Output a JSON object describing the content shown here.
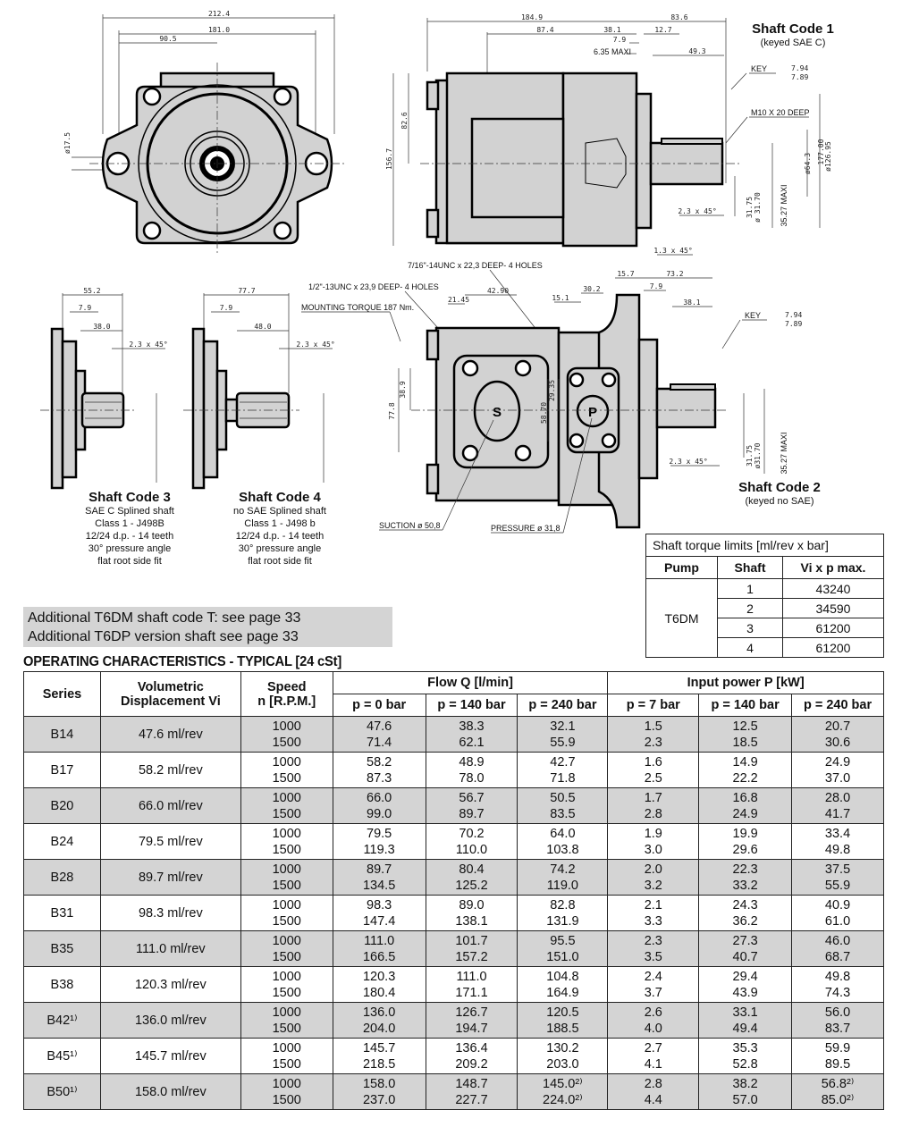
{
  "drawings": {
    "front_view": {
      "dims": [
        "212.4",
        "181.0",
        "90.5",
        "ø17.5"
      ]
    },
    "side_view_shaft1": {
      "dims": [
        "184.9",
        "87.4",
        "38.1",
        "7.9",
        "6.35 MAXI",
        "83.6",
        "12.7",
        "49.3",
        "82.6",
        "156.7",
        "ø64.3",
        "177.00",
        "ø126.95",
        "31.75",
        "ø 31.70",
        "35.27 MAXI",
        "2.3 x 45°",
        "1.3 x 45°"
      ],
      "key_label": "KEY",
      "key_tol": [
        "7.94",
        "7.89"
      ],
      "thread_label": "M10 X 20 DEEP",
      "title": "Shaft Code 1",
      "subtitle": "(keyed SAE C)"
    },
    "shaft_code_3": {
      "dims": [
        "55.2",
        "7.9",
        "38.0",
        "2.3 x 45°"
      ],
      "title": "Shaft Code 3",
      "lines": [
        "SAE C Splined shaft",
        "Class 1 - J498B",
        "12/24 d.p. - 14 teeth",
        "30° pressure angle",
        "flat root side fit"
      ]
    },
    "shaft_code_4": {
      "dims": [
        "77.7",
        "7.9",
        "48.0",
        "2.3 x 45°"
      ],
      "title": "Shaft Code 4",
      "lines": [
        "no SAE Splined shaft",
        "Class 1 - J498 b",
        "12/24 d.p. - 14 teeth",
        "30° pressure angle",
        "flat root side fit"
      ]
    },
    "port_view_shaft2": {
      "notes": [
        "7/16\"-14UNC x 22,3 DEEP- 4 HOLES",
        "1/2\"-13UNC x 23,9 DEEP- 4 HOLES",
        "MOUNTING TORQUE 187 Nm.",
        "SUCTION ø 50,8",
        "PRESSURE ø 31,8"
      ],
      "dims": [
        "21.45",
        "42.90",
        "15.1",
        "30.2",
        "15.7",
        "73.2",
        "7.9",
        "38.1",
        "38.9",
        "77.8",
        "58.70",
        "29.35",
        "2.3 x 45°",
        "31.75",
        "ø31.70",
        "35.27 MAXI"
      ],
      "port_s": "S",
      "port_p": "P",
      "key_label": "KEY",
      "key_tol": [
        "7.94",
        "7.89"
      ],
      "title": "Shaft Code 2",
      "subtitle": "(keyed no SAE)"
    }
  },
  "reference_note": [
    "Additional T6DM shaft code T: see page 33",
    "Additional T6DP version shaft see page 33"
  ],
  "torque_table": {
    "title": "Shaft torque limits [ml/rev x bar]",
    "headers": [
      "Pump",
      "Shaft",
      "Vi x p max."
    ],
    "pump": "T6DM",
    "rows": [
      {
        "shaft": "1",
        "value": "43240"
      },
      {
        "shaft": "2",
        "value": "34590"
      },
      {
        "shaft": "3",
        "value": "61200"
      },
      {
        "shaft": "4",
        "value": "61200"
      }
    ]
  },
  "operating": {
    "title": "OPERATING CHARACTERISTICS - TYPICAL [24 cSt]",
    "headers": {
      "series": "Series",
      "displacement": [
        "Volumetric",
        "Displacement Vi"
      ],
      "speed": [
        "Speed",
        "n [R.P.M.]"
      ],
      "flow_group": "Flow Q [l/min]",
      "power_group": "Input power P [kW]",
      "flow_cols": [
        "p = 0 bar",
        "p = 140 bar",
        "p = 240 bar"
      ],
      "power_cols": [
        "p = 7 bar",
        "p = 140 bar",
        "p = 240 bar"
      ]
    },
    "shade_color": "#d4d4d4",
    "rows": [
      {
        "series": "B14",
        "disp": "47.6 ml/rev",
        "shaded": true,
        "speed": [
          "1000",
          "1500"
        ],
        "flow": [
          [
            "47.6",
            "71.4"
          ],
          [
            "38.3",
            "62.1"
          ],
          [
            "32.1",
            "55.9"
          ]
        ],
        "power": [
          [
            "1.5",
            "2.3"
          ],
          [
            "12.5",
            "18.5"
          ],
          [
            "20.7",
            "30.6"
          ]
        ]
      },
      {
        "series": "B17",
        "disp": "58.2 ml/rev",
        "shaded": false,
        "speed": [
          "1000",
          "1500"
        ],
        "flow": [
          [
            "58.2",
            "87.3"
          ],
          [
            "48.9",
            "78.0"
          ],
          [
            "42.7",
            "71.8"
          ]
        ],
        "power": [
          [
            "1.6",
            "2.5"
          ],
          [
            "14.9",
            "22.2"
          ],
          [
            "24.9",
            "37.0"
          ]
        ]
      },
      {
        "series": "B20",
        "disp": "66.0 ml/rev",
        "shaded": true,
        "speed": [
          "1000",
          "1500"
        ],
        "flow": [
          [
            "66.0",
            "99.0"
          ],
          [
            "56.7",
            "89.7"
          ],
          [
            "50.5",
            "83.5"
          ]
        ],
        "power": [
          [
            "1.7",
            "2.8"
          ],
          [
            "16.8",
            "24.9"
          ],
          [
            "28.0",
            "41.7"
          ]
        ]
      },
      {
        "series": "B24",
        "disp": "79.5 ml/rev",
        "shaded": false,
        "speed": [
          "1000",
          "1500"
        ],
        "flow": [
          [
            "79.5",
            "119.3"
          ],
          [
            "70.2",
            "110.0"
          ],
          [
            "64.0",
            "103.8"
          ]
        ],
        "power": [
          [
            "1.9",
            "3.0"
          ],
          [
            "19.9",
            "29.6"
          ],
          [
            "33.4",
            "49.8"
          ]
        ]
      },
      {
        "series": "B28",
        "disp": "89.7 ml/rev",
        "shaded": true,
        "speed": [
          "1000",
          "1500"
        ],
        "flow": [
          [
            "89.7",
            "134.5"
          ],
          [
            "80.4",
            "125.2"
          ],
          [
            "74.2",
            "119.0"
          ]
        ],
        "power": [
          [
            "2.0",
            "3.2"
          ],
          [
            "22.3",
            "33.2"
          ],
          [
            "37.5",
            "55.9"
          ]
        ]
      },
      {
        "series": "B31",
        "disp": "98.3 ml/rev",
        "shaded": false,
        "speed": [
          "1000",
          "1500"
        ],
        "flow": [
          [
            "98.3",
            "147.4"
          ],
          [
            "89.0",
            "138.1"
          ],
          [
            "82.8",
            "131.9"
          ]
        ],
        "power": [
          [
            "2.1",
            "3.3"
          ],
          [
            "24.3",
            "36.2"
          ],
          [
            "40.9",
            "61.0"
          ]
        ]
      },
      {
        "series": "B35",
        "disp": "111.0 ml/rev",
        "shaded": true,
        "speed": [
          "1000",
          "1500"
        ],
        "flow": [
          [
            "111.0",
            "166.5"
          ],
          [
            "101.7",
            "157.2"
          ],
          [
            "95.5",
            "151.0"
          ]
        ],
        "power": [
          [
            "2.3",
            "3.5"
          ],
          [
            "27.3",
            "40.7"
          ],
          [
            "46.0",
            "68.7"
          ]
        ]
      },
      {
        "series": "B38",
        "disp": "120.3 ml/rev",
        "shaded": false,
        "speed": [
          "1000",
          "1500"
        ],
        "flow": [
          [
            "120.3",
            "180.4"
          ],
          [
            "111.0",
            "171.1"
          ],
          [
            "104.8",
            "164.9"
          ]
        ],
        "power": [
          [
            "2.4",
            "3.7"
          ],
          [
            "29.4",
            "43.9"
          ],
          [
            "49.8",
            "74.3"
          ]
        ]
      },
      {
        "series": "B42¹⁾",
        "disp": "136.0 ml/rev",
        "shaded": true,
        "speed": [
          "1000",
          "1500"
        ],
        "flow": [
          [
            "136.0",
            "204.0"
          ],
          [
            "126.7",
            "194.7"
          ],
          [
            "120.5",
            "188.5"
          ]
        ],
        "power": [
          [
            "2.6",
            "4.0"
          ],
          [
            "33.1",
            "49.4"
          ],
          [
            "56.0",
            "83.7"
          ]
        ]
      },
      {
        "series": "B45¹⁾",
        "disp": "145.7 ml/rev",
        "shaded": false,
        "speed": [
          "1000",
          "1500"
        ],
        "flow": [
          [
            "145.7",
            "218.5"
          ],
          [
            "136.4",
            "209.2"
          ],
          [
            "130.2",
            "203.0"
          ]
        ],
        "power": [
          [
            "2.7",
            "4.1"
          ],
          [
            "35.3",
            "52.8"
          ],
          [
            "59.9",
            "89.5"
          ]
        ]
      },
      {
        "series": "B50¹⁾",
        "disp": "158.0 ml/rev",
        "shaded": true,
        "speed": [
          "1000",
          "1500"
        ],
        "flow": [
          [
            "158.0",
            "237.0"
          ],
          [
            "148.7",
            "227.7"
          ],
          [
            "145.0²⁾",
            "224.0²⁾"
          ]
        ],
        "power": [
          [
            "2.8",
            "4.4"
          ],
          [
            "38.2",
            "57.0"
          ],
          [
            "56.8²⁾",
            "85.0²⁾"
          ]
        ]
      }
    ]
  }
}
